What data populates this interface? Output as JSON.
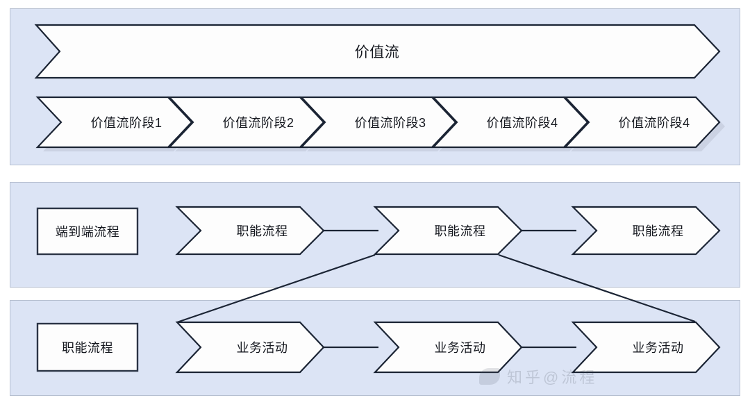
{
  "diagram": {
    "title_arrow": {
      "label": "价值流"
    },
    "panels": [
      {
        "name": "价值流",
        "role": "value-stream"
      },
      {
        "name": "端到端流程",
        "role": "process"
      },
      {
        "name": "职能流程",
        "role": "activity"
      }
    ],
    "value_stream_stages": [
      {
        "label": "价值流阶段1"
      },
      {
        "label": "价值流阶段2"
      },
      {
        "label": "价值流阶段3"
      },
      {
        "label": "价值流阶段4"
      },
      {
        "label": "价值流阶段4"
      }
    ],
    "process_row": {
      "row_label": "端到端流程",
      "items": [
        {
          "label": "职能流程"
        },
        {
          "label": "职能流程"
        },
        {
          "label": "职能流程"
        }
      ]
    },
    "activity_row": {
      "row_label": "职能流程",
      "items": [
        {
          "label": "业务活动"
        },
        {
          "label": "业务活动"
        },
        {
          "label": "业务活动"
        }
      ]
    },
    "watermark": {
      "text": "知乎@流程"
    },
    "colors": {
      "panel_fill": "#dce4f5",
      "panel_border": "#b6bfd0",
      "shape_fill": "#fdfdfd",
      "shape_stroke": "#1b2434",
      "shadow": "#c8cfdf",
      "text": "#15181f"
    }
  }
}
